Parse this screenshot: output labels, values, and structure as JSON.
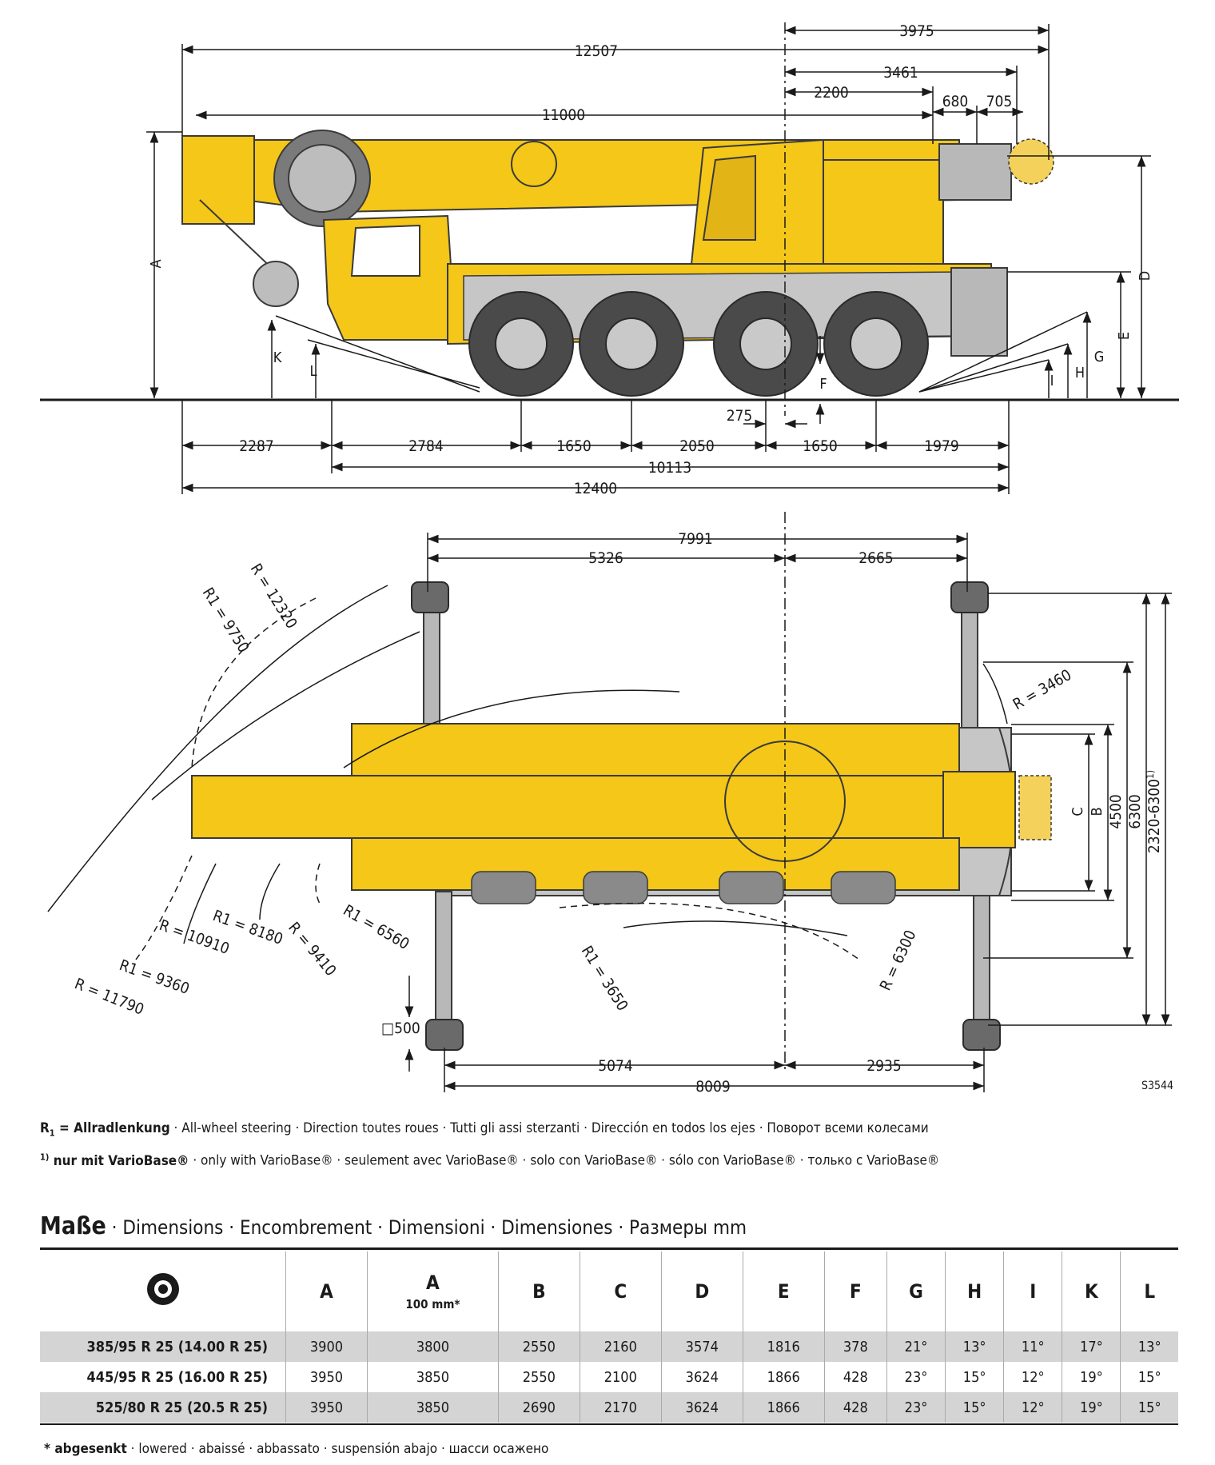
{
  "side_view": {
    "top_dims": [
      "12507",
      "3975",
      "3461",
      "2200",
      "680",
      "705",
      "11000"
    ],
    "bottom_dims": [
      "2287",
      "2784",
      "1650",
      "2050",
      "1650",
      "1979",
      "10113",
      "12400",
      "275"
    ],
    "letters": [
      "A",
      "D",
      "E",
      "K",
      "L",
      "F",
      "G",
      "H",
      "I"
    ]
  },
  "top_view": {
    "top_dims": [
      "7991",
      "5326",
      "2665"
    ],
    "bottom_dims": [
      "5074",
      "2935",
      "8009"
    ],
    "right_dims": [
      "C",
      "B",
      "4500",
      "6300",
      "2320-6300"
    ],
    "right_dim_sup": "1)",
    "radii": [
      "R = 12320",
      "R1 = 9750",
      "R = 3460",
      "R = 10910",
      "R1 = 8180",
      "R = 9410",
      "R1 = 6560",
      "R1 = 9360",
      "R = 11790",
      "R1 = 3650",
      "R = 6300"
    ],
    "outrigger": "□500",
    "drawing_code": "S3544"
  },
  "notes": {
    "r1_label": "R",
    "r1_sub": "1",
    "r1_bold": " = Allradlenkung",
    "r1_rest": " · All-wheel steering · Direction toutes roues · Tutti gli assi sterzanti · Dirección en todos los ejes · Поворот всеми колесами",
    "vb_sup": "1)",
    "vb_bold": " nur mit VarioBase®",
    "vb_rest": " · only with VarioBase® · seulement avec VarioBase® · solo con VarioBase® · sólo con VarioBase® · только с VarioBase®"
  },
  "section_title": {
    "bold": "Maße",
    "rest": " · Dimensions · Encombrement · Dimensioni · Dimensiones · Размеры  mm"
  },
  "table": {
    "headers": [
      "A",
      "A",
      "B",
      "C",
      "D",
      "E",
      "F",
      "G",
      "H",
      "I",
      "K",
      "L"
    ],
    "header_sub": "100 mm*",
    "rows": [
      {
        "tyre": "385/95 R 25 (14.00 R 25)",
        "values": [
          "3900",
          "3800",
          "2550",
          "2160",
          "3574",
          "1816",
          "378",
          "21°",
          "13°",
          "11°",
          "17°",
          "13°"
        ]
      },
      {
        "tyre": "445/95 R 25 (16.00 R 25)",
        "values": [
          "3950",
          "3850",
          "2550",
          "2100",
          "3624",
          "1866",
          "428",
          "23°",
          "15°",
          "12°",
          "19°",
          "15°"
        ]
      },
      {
        "tyre": "525/80 R 25 (20.5  R 25)",
        "values": [
          "3950",
          "3850",
          "2690",
          "2170",
          "3624",
          "1866",
          "428",
          "23°",
          "15°",
          "12°",
          "19°",
          "15°"
        ]
      }
    ]
  },
  "footnote": {
    "bold": "* abgesenkt",
    "rest": " · lowered · abaissé · abbassato · suspensión abajo · шасси осажено"
  },
  "colors": {
    "crane_yellow": "#f4c718",
    "chassis_grey": "#b8b8b8",
    "tyre_dark": "#4a4a4a"
  }
}
